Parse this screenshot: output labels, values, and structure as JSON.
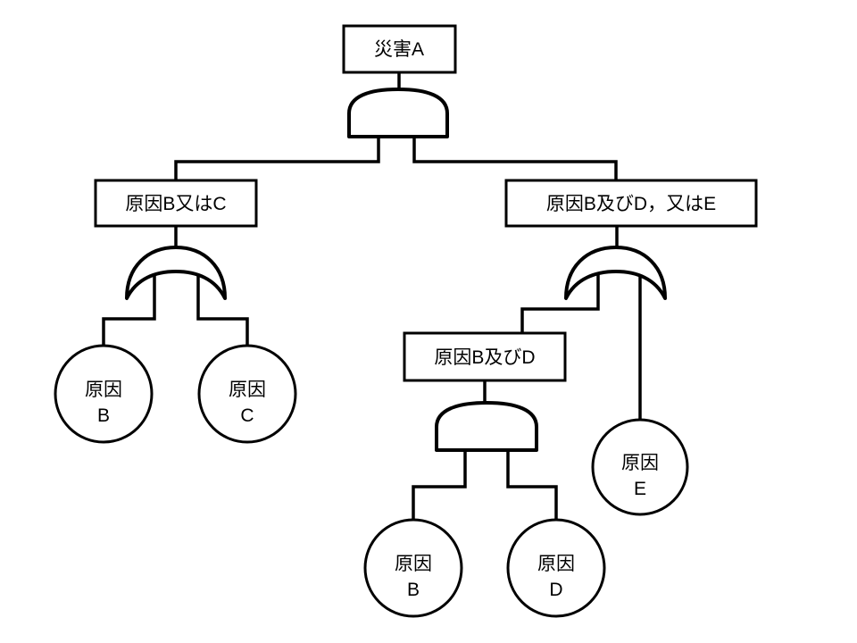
{
  "colors": {
    "stroke": "#000000",
    "background": "#ffffff"
  },
  "top_event": {
    "label": "災害A"
  },
  "gates": {
    "top": "AND",
    "left": "OR",
    "right": "OR",
    "middle": "AND"
  },
  "intermediate_events": {
    "left": {
      "label": "原因B又はC"
    },
    "right": {
      "label": "原因B及びD，又はE"
    },
    "middle": {
      "label": "原因B及びD"
    }
  },
  "basic_events": [
    {
      "line1": "原因",
      "line2": "B"
    },
    {
      "line1": "原因",
      "line2": "C"
    },
    {
      "line1": "原因",
      "line2": "B"
    },
    {
      "line1": "原因",
      "line2": "D"
    },
    {
      "line1": "原因",
      "line2": "E"
    }
  ]
}
